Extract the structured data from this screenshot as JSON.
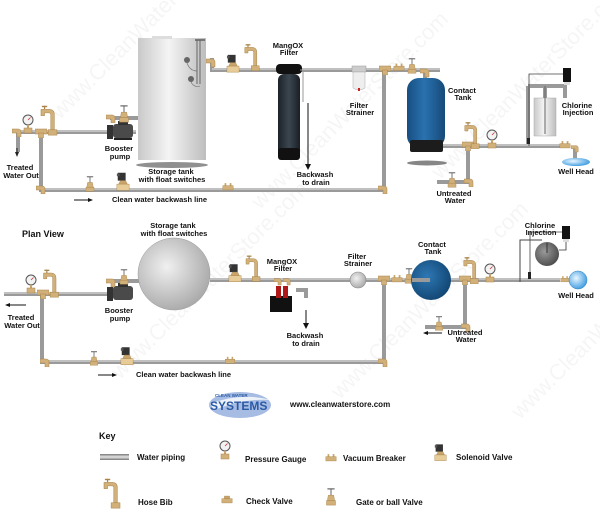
{
  "colors": {
    "pipe": "#9a9a9a",
    "brass": "#d2b07a",
    "contact_tank": "#1d5f96",
    "filter_body": "#2a3038",
    "storage_tank": "#e2e2e2",
    "well_water": "#4aa9e8",
    "logo_blue": "#2a5aa6"
  },
  "elevation_view": {
    "labels": {
      "mangox_filter": [
        "MangOX",
        "Filter"
      ],
      "filter_strainer": [
        "Filter",
        "Strainer"
      ],
      "contact_tank": [
        "Contact",
        "Tank"
      ],
      "chlorine_injection": [
        "Chlorine",
        "Injection"
      ],
      "well_head": "Well Head",
      "untreated_water": [
        "Untreated",
        "Water"
      ],
      "backwash_to_drain": [
        "Backwash",
        "to drain"
      ],
      "storage_tank": [
        "Storage tank",
        "with float switches"
      ],
      "booster_pump": [
        "Booster",
        "pump"
      ],
      "treated_water_out": [
        "Treated",
        "Water Out"
      ],
      "clean_water_backwash_line": "Clean water backwash line"
    }
  },
  "plan_view": {
    "title": "Plan View",
    "labels": {
      "storage_tank": [
        "Storage tank",
        "with float switches"
      ],
      "mangox_filter": [
        "MangOX",
        "Filter"
      ],
      "filter_strainer": [
        "Filter",
        "Strainer"
      ],
      "contact_tank": [
        "Contact",
        "Tank"
      ],
      "chlorine_injection": [
        "Chlorine",
        "Injection"
      ],
      "well_head": "Well Head",
      "untreated_water": [
        "Untreated",
        "Water"
      ],
      "backwash_to_drain": [
        "Backwash",
        "to drain"
      ],
      "booster_pump": [
        "Booster",
        "pump"
      ],
      "treated_water_out": [
        "Treated",
        "Water Out"
      ],
      "clean_water_backwash_line": "Clean water backwash line"
    }
  },
  "branding": {
    "logo_top": "CLEAN WATER",
    "logo_main": "SYSTEMS",
    "url": "www.cleanwaterstore.com"
  },
  "key": {
    "title": "Key",
    "items": [
      {
        "icon": "water-piping",
        "label": "Water piping"
      },
      {
        "icon": "pressure-gauge",
        "label": "Pressure Gauge"
      },
      {
        "icon": "vacuum-breaker",
        "label": "Vacuum Breaker"
      },
      {
        "icon": "solenoid-valve",
        "label": "Solenoid Valve"
      },
      {
        "icon": "hose-bib",
        "label": "Hose Bib"
      },
      {
        "icon": "check-valve",
        "label": "Check Valve"
      },
      {
        "icon": "gate-valve",
        "label": "Gate or ball Valve"
      }
    ]
  }
}
